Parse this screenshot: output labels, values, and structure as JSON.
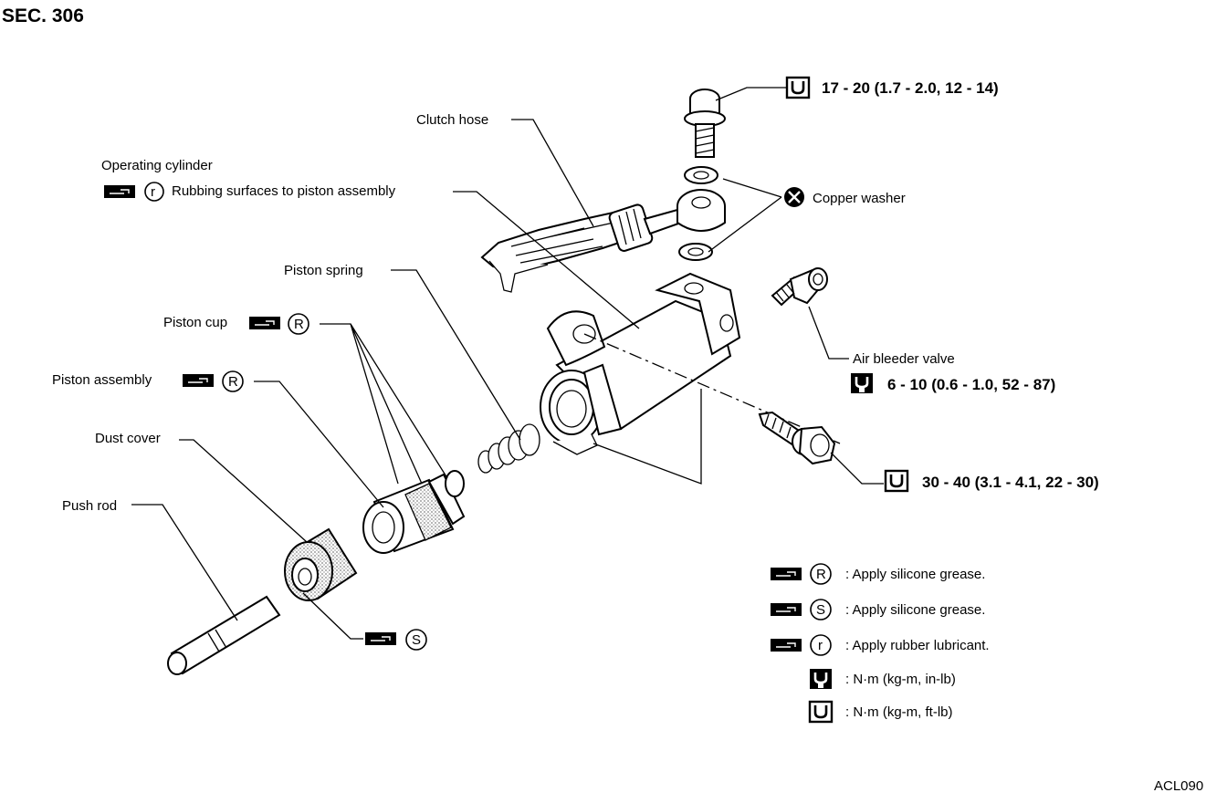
{
  "section_code": "SEC. 306",
  "figure_id": "ACL090",
  "labels": {
    "clutch_hose": "Clutch hose",
    "operating_cylinder": "Operating cylinder",
    "rubbing_surfaces": "Rubbing surfaces to piston assembly",
    "copper_washer": "Copper washer",
    "piston_spring": "Piston spring",
    "piston_cup": "Piston cup",
    "piston_assembly": "Piston assembly",
    "dust_cover": "Dust cover",
    "push_rod": "Push rod",
    "air_bleeder_valve": "Air bleeder valve"
  },
  "torques": {
    "union_bolt": "17 - 20 (1.7 - 2.0, 12 - 14)",
    "air_bleeder": "6 - 10 (0.6 - 1.0, 52 - 87)",
    "mounting_bolt": "30 - 40 (3.1 - 4.1, 22 - 30)"
  },
  "symbols": {
    "silicone_r": "R",
    "silicone_s": "S",
    "rubber_r": "r"
  },
  "legend": [
    {
      "symbol": "R",
      "text": ": Apply silicone grease."
    },
    {
      "symbol": "S",
      "text": ": Apply silicone grease."
    },
    {
      "symbol": "r",
      "text": ": Apply rubber lubricant."
    },
    {
      "symbol": "wrench-inlb-icon",
      "text": ": N·m (kg-m, in-lb)"
    },
    {
      "symbol": "wrench-ftlb-icon",
      "text": ": N·m (kg-m, ft-lb)"
    }
  ]
}
